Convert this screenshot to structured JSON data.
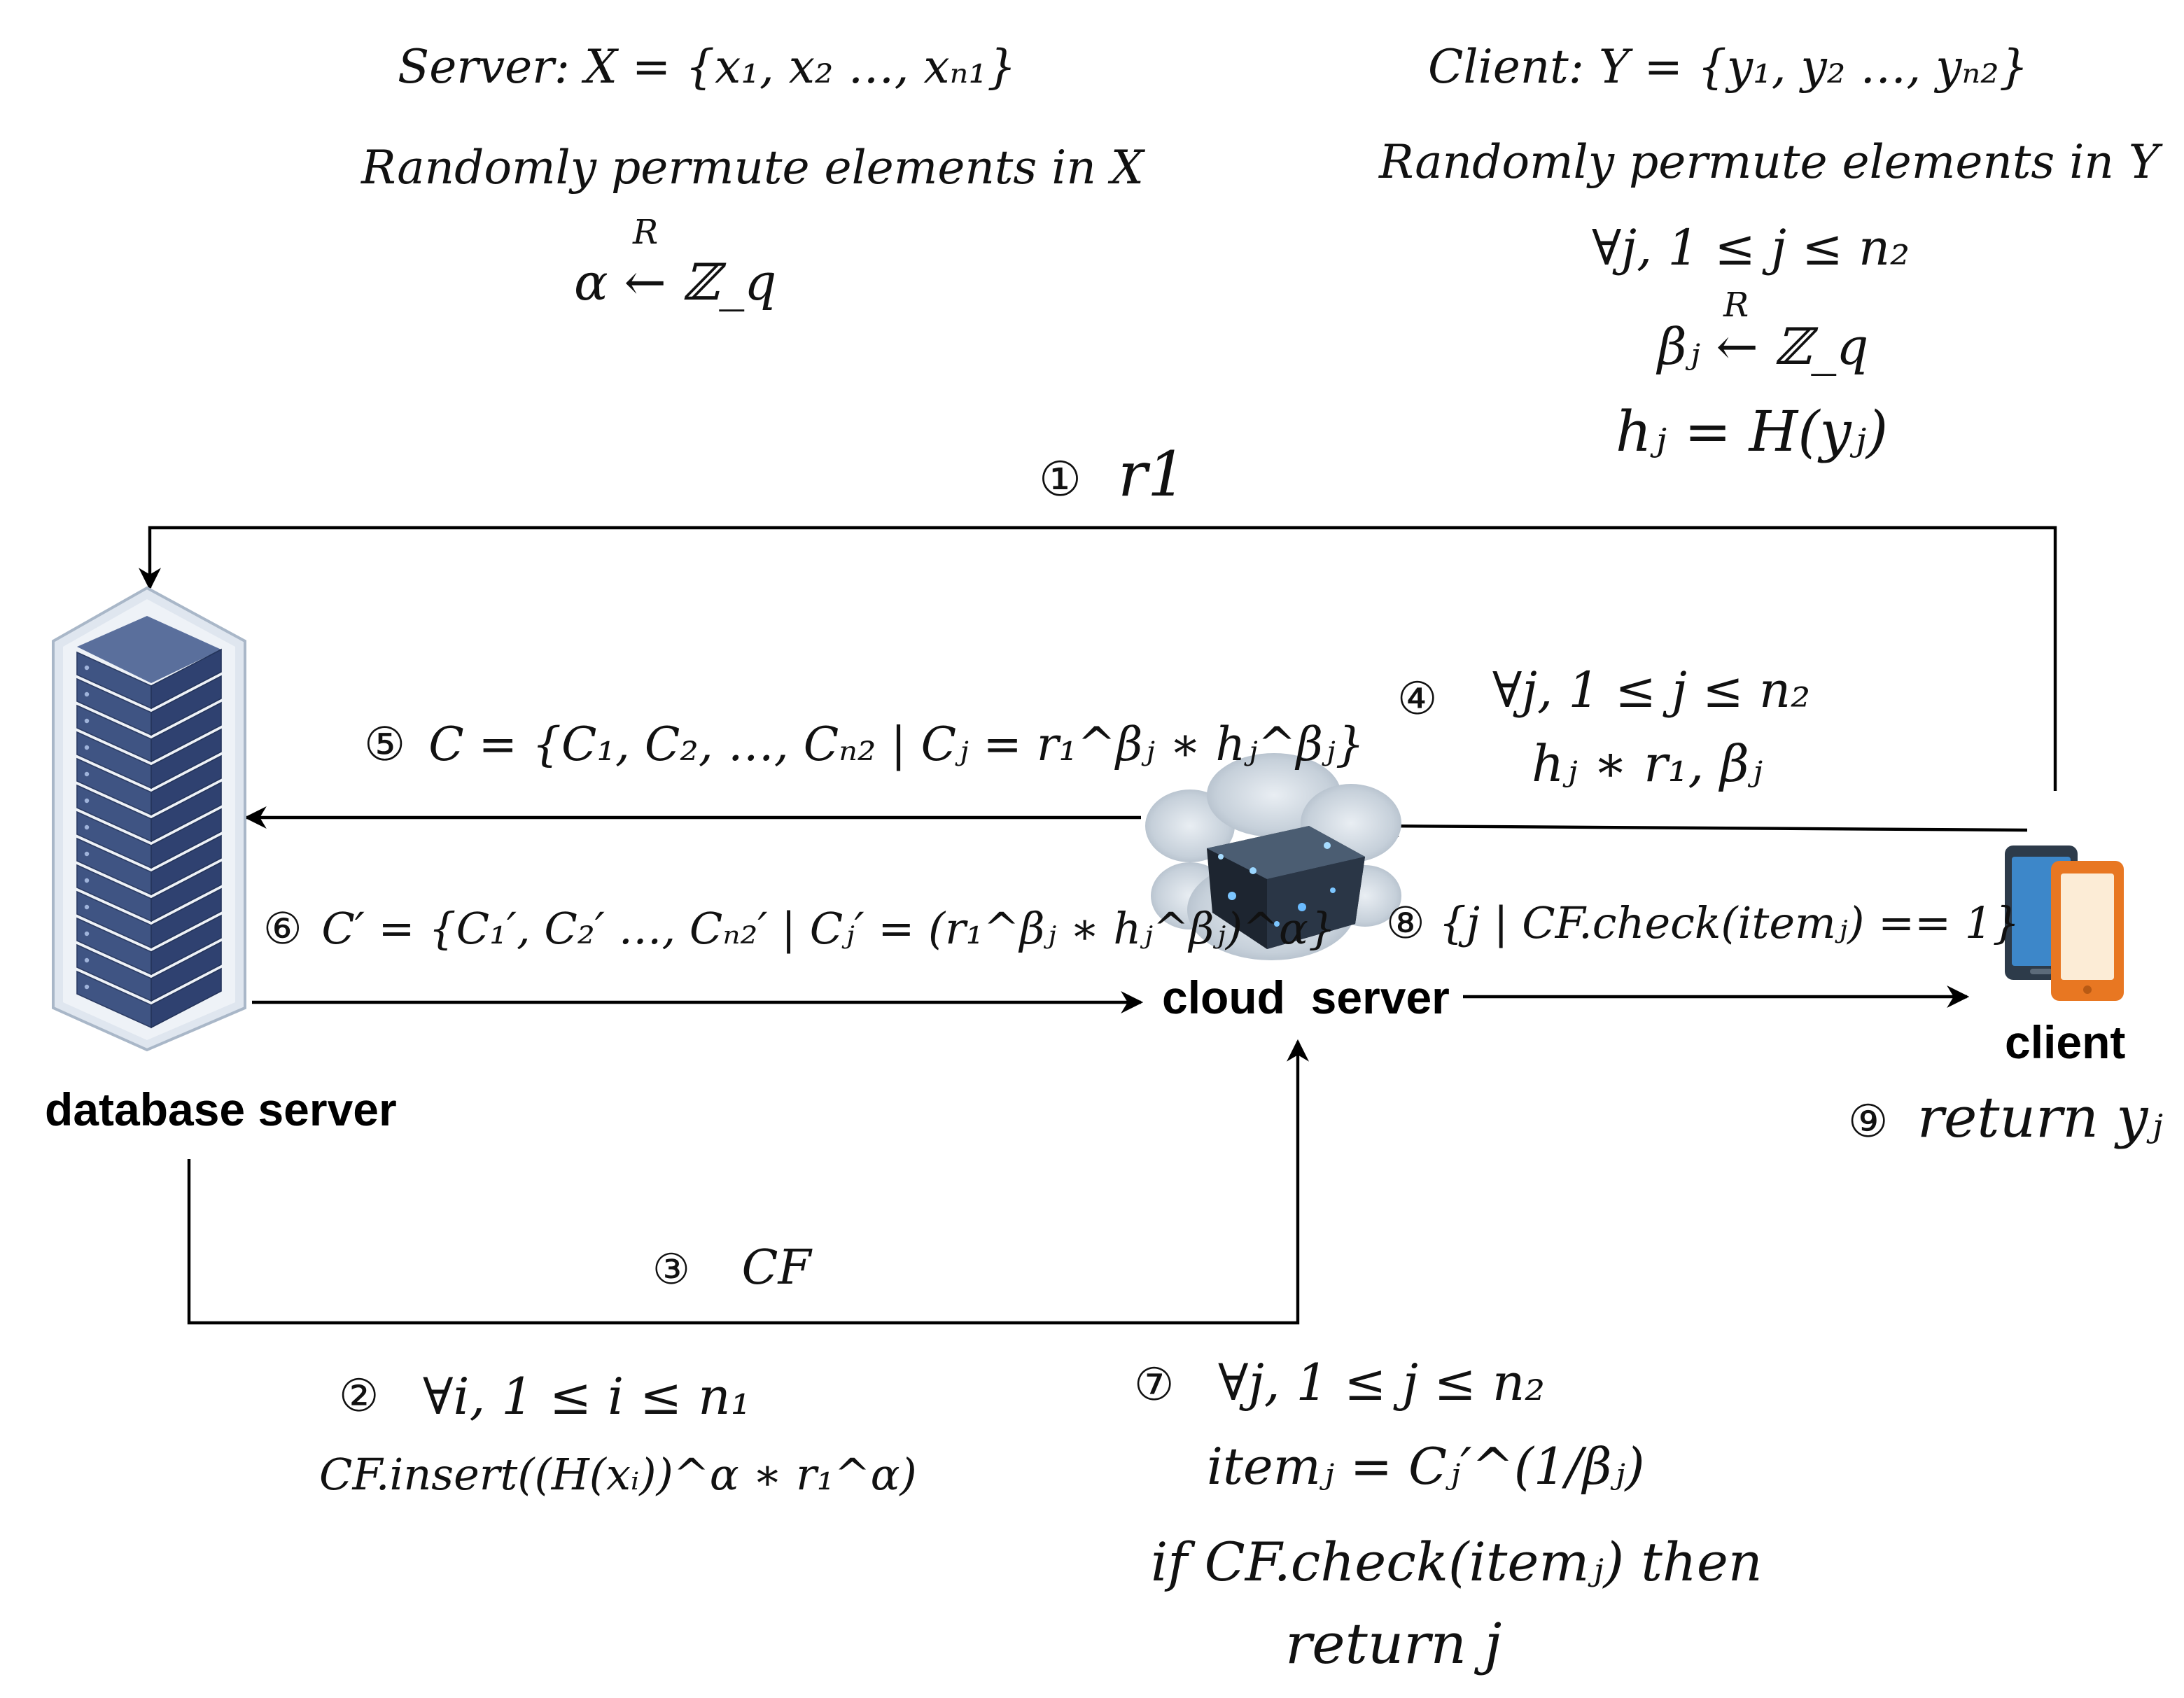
{
  "header": {
    "server_set": "Server: X = {x₁, x₂ …, xₙ₁}",
    "server_permute": "Randomly permute elements in X",
    "server_alpha": "α ← ℤ_q",
    "server_alpha_r": "R",
    "client_set": "Client: Y = {y₁, y₂ …, yₙ₂}",
    "client_permute": "Randomly permute elements in Y",
    "client_forall": "∀j, 1 ≤ j ≤ n₂",
    "client_beta": "βⱼ ← ℤ_q",
    "client_beta_r": "R",
    "client_hash": "hⱼ = H(yⱼ)"
  },
  "nodes": {
    "database_server": "database server",
    "cloud_server": "cloud  server",
    "client": "client"
  },
  "steps": {
    "s1": {
      "num": "①",
      "text": "r1"
    },
    "s2": {
      "num": "②",
      "line1": "∀i, 1 ≤ i ≤ n₁",
      "line2": "CF.insert((H(xᵢ))^α ∗ r₁^α)"
    },
    "s3": {
      "num": "③",
      "text": "CF"
    },
    "s4": {
      "num": "④",
      "line1": "∀j, 1 ≤ j ≤ n₂",
      "line2": "hⱼ ∗ r₁, βⱼ"
    },
    "s5": {
      "num": "⑤",
      "text": "C = {C₁, C₂, …, Cₙ₂ | Cⱼ = r₁^βⱼ ∗ hⱼ^βⱼ}"
    },
    "s6": {
      "num": "⑥",
      "text": "C′ = {C₁′, C₂′ …, Cₙ₂′ | Cⱼ′ = (r₁^βⱼ ∗ hⱼ^βⱼ)^α}"
    },
    "s7": {
      "num": "⑦",
      "line1": "∀j, 1 ≤ j ≤ n₂",
      "line2": "itemⱼ = Cⱼ′^(1/βⱼ)",
      "line3": "if CF.check(itemⱼ) then",
      "line4": "return j"
    },
    "s8": {
      "num": "⑧",
      "text": "{j | CF.check(itemⱼ) == 1}"
    },
    "s9": {
      "num": "⑨",
      "text": "return yⱼ"
    }
  },
  "colors": {
    "server_rack": "#3f5483",
    "server_case": "#dfe6ef",
    "phone_dark": "#2d3b4a",
    "phone_blue": "#3d87c9",
    "tablet_orange": "#e87722",
    "tablet_cream": "#fcecd6",
    "arrow": "#000000"
  }
}
